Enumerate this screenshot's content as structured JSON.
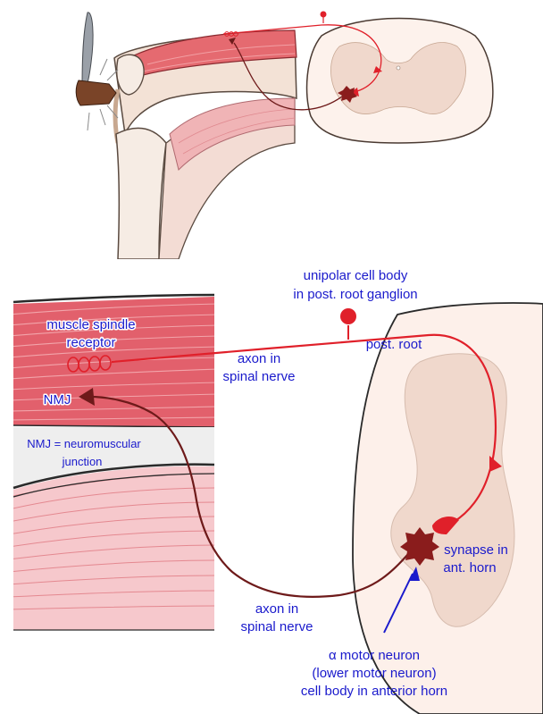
{
  "labels": {
    "unipolar_line1": "unipolar cell body",
    "unipolar_line2": "in post. root ganglion",
    "muscle_spindle_line1": "muscle spindle",
    "muscle_spindle_line2": "receptor",
    "post_root": "post. root",
    "axon_spinal_top_line1": "axon in",
    "axon_spinal_top_line2": "spinal nerve",
    "nmj": "NMJ",
    "nmj_def_line1": "NMJ = neuromuscular",
    "nmj_def_line2": "junction",
    "synapse_line1": "synapse in",
    "synapse_line2": "ant. horn",
    "axon_spinal_bottom_line1": "axon in",
    "axon_spinal_bottom_line2": "spinal nerve",
    "motor_line1": "α motor neuron",
    "motor_line2": "(lower motor neuron)",
    "motor_line3": "cell body in anterior horn"
  },
  "colors": {
    "label_blue": "#1a1acc",
    "sensory_red": "#e0202a",
    "motor_dark": "#6e1a1a",
    "muscle_red": "#e2606c",
    "muscle_pink": "#f4c4c8",
    "grey_matter": "#f0d8cc",
    "white_matter": "#fdf2ec"
  }
}
